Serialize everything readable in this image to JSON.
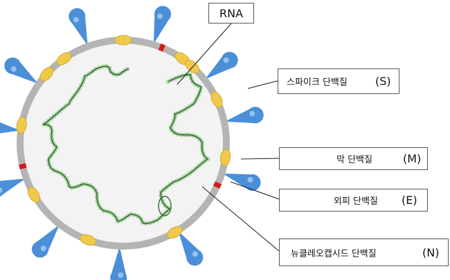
{
  "colors": {
    "envelope": "#b4b4b4",
    "interior": "#f3f3f3",
    "spike": "#4a8fd8",
    "spike_light": "#a9cdf2",
    "membrane_protein": "#f0c84a",
    "envelope_protein": "#d81818",
    "rna_bead": "#b8ddb0",
    "rna_strand": "#2f6a2f"
  },
  "labels": {
    "rna": "RNA",
    "spike": {
      "ko": "스파이크 단백질",
      "code": "(S)"
    },
    "membrane": {
      "ko": "막 단백질",
      "code": "(M)"
    },
    "envelope": {
      "ko": "외피 단백질",
      "code": "(E)"
    },
    "nucleocapsid": {
      "ko": "뉴클레오캡시드 단백질",
      "code": "(N)"
    }
  },
  "icons": {
    "spike": "spike-protein-icon",
    "membrane": "membrane-protein-icon",
    "envelope": "envelope-protein-icon",
    "rna": "rna-strand-icon"
  }
}
